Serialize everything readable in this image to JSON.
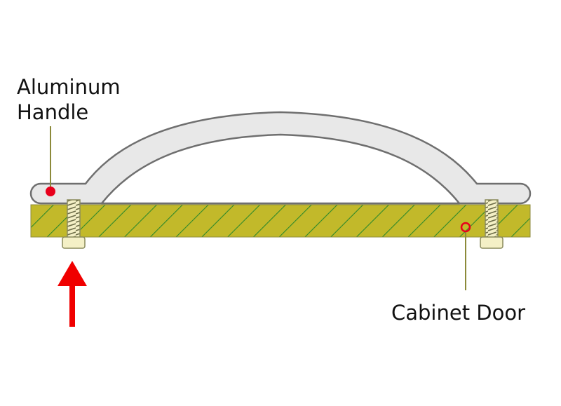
{
  "labels": {
    "handle": {
      "line1": "Aluminum",
      "line2": "Handle"
    },
    "door": "Cabinet Door"
  },
  "colors": {
    "door_fill": "#c2b92a",
    "door_hatch": "#2f8a2a",
    "handle_fill": "#e8e8e8",
    "handle_stroke": "#6f6f6f",
    "screw_fill": "#f4f0c6",
    "screw_stroke": "#8a8a5c",
    "leader_line": "#8c8a3a",
    "marker_red": "#e8001c",
    "arrow_red": "#f00000"
  },
  "icons": {
    "arrow": "up-arrow-icon",
    "marker_handle": "filled-dot-icon",
    "marker_door": "ring-dot-icon"
  }
}
